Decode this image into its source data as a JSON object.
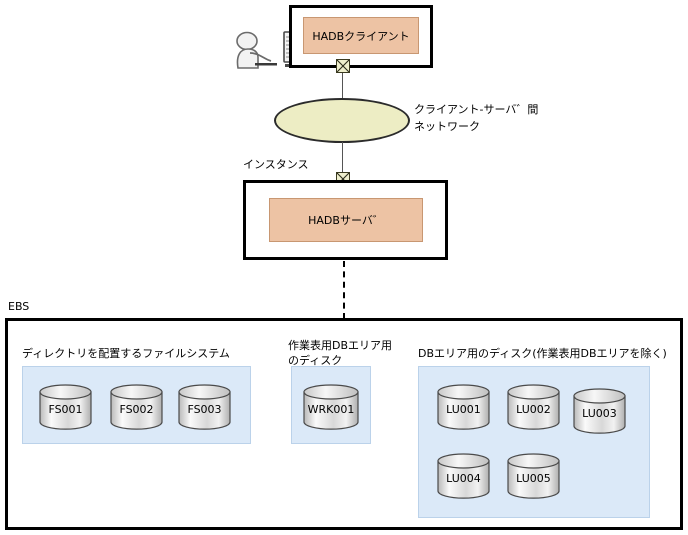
{
  "diagram": {
    "title_client_box": "HADBクライアント",
    "title_server_box": "HADBサーバ゛",
    "instance_label": "インスタンス",
    "network_label_line1": "クライアント-サーバ゛間",
    "network_label_line2": "ネットワーク",
    "ebs_label": "EBS",
    "groups": [
      {
        "id": "filesystem-group",
        "label_line1": "ディレクトリを配置するファイルシステム",
        "label_line2": "",
        "disks": [
          {
            "name": "FS001"
          },
          {
            "name": "FS002"
          },
          {
            "name": "FS003"
          }
        ]
      },
      {
        "id": "work-table-db-area-group",
        "label_line1": "作業表用DBエリア用",
        "label_line2": "のディスク",
        "disks": [
          {
            "name": "WRK001"
          }
        ]
      },
      {
        "id": "db-area-group",
        "label_line1": "DBエリア用のディスク(作業表用DBエリアを除く)",
        "label_line2": "",
        "disks": [
          {
            "name": "LU001"
          },
          {
            "name": "LU002"
          },
          {
            "name": "LU003"
          },
          {
            "name": "LU004"
          },
          {
            "name": "LU005"
          }
        ]
      }
    ],
    "icons": {
      "person_workstation": "person-at-workstation-icon",
      "network_port": "network-port-icon",
      "network_cloud": "network-ellipse-icon",
      "disk": "disk-cylinder-icon"
    },
    "colors": {
      "box_fill": "#EDC3A4",
      "group_fill": "#DBE9F8",
      "network_fill": "#EDEDC4",
      "port_fill": "#EFEFCD",
      "outline": "#000000"
    }
  }
}
